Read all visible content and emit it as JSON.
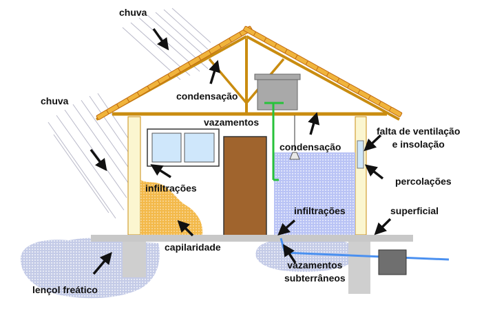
{
  "colors": {
    "roof": "#f0b43c",
    "roof_outline": "#c06a10",
    "truss": "#c98c10",
    "wall": "#fbf6d0",
    "door": "#a0642d",
    "window_glass": "#cfe7fb",
    "dampness": "#f3b94a",
    "water_leak": "#b9c3f5",
    "green_pipe": "#27c23a",
    "blue_pipe": "#4a90f0",
    "ground": "#c8c8c8",
    "foundation": "#cfcfcf",
    "tank": "#a9a9a9",
    "box": "#6f6f6f",
    "arrow": "#111111",
    "rain": "#b8b8c8",
    "water_table": "#c4cbe7"
  },
  "labels": {
    "chuva_top": "chuva",
    "chuva_left": "chuva",
    "condensacao_roof": "condensação",
    "vazamentos": "vazamentos",
    "condensacao_ceiling": "condensação",
    "falta_line1": "falta de ventilação",
    "falta_line2": "e insolação",
    "infiltracoes_window": "infiltrações",
    "percolacoes": "percolações",
    "infiltracoes_floor": "infiltrações",
    "superficial": "superficial",
    "capilaridade": "capilaridade",
    "vazamentos_sub_line1": "vazamentos",
    "vazamentos_sub_line2": "subterrâneos",
    "lencol": "lençol freático"
  }
}
